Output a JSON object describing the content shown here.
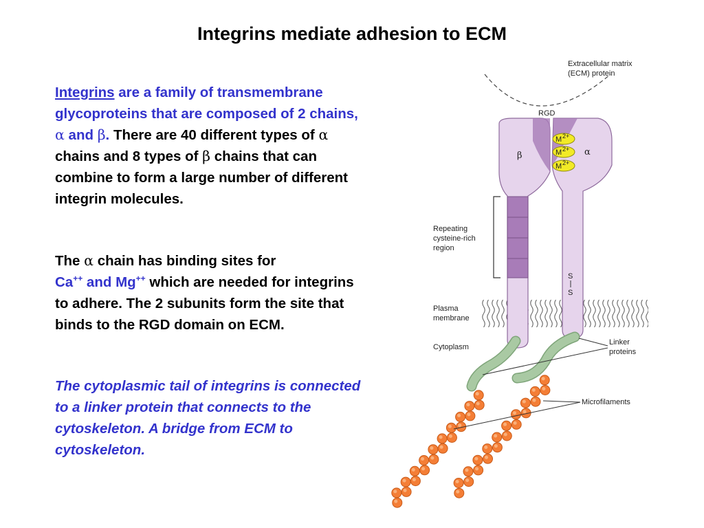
{
  "title": "Integrins mediate adhesion to ECM",
  "para1": {
    "link": "Integrins",
    "blue_rest": " are a family of transmembrane glycoproteins that are composed of 2 chains, ",
    "alpha": "α",
    "and": " and ",
    "beta": "β",
    "period": ".",
    "black_a": "There are 40 different types of ",
    "black_b": "chains and 8 types of ",
    "black_c": " chains that can combine to form a large number of different integrin molecules."
  },
  "para2": {
    "t1": "The ",
    "t2": " chain has binding sites for",
    "ca": "Ca",
    "and_mg": " and Mg",
    "plusplus": "++",
    "t3": " which are needed for integrins to adhere. The 2 subunits form the site that binds to the RGD domain on ECM."
  },
  "para3": "The cytoplasmic tail of integrins is connected to a linker protein that connects to the cytoskeleton. A bridge from ECM to cytoskeleton.",
  "diagram": {
    "ecm_label_1": "Extracellular matrix",
    "ecm_label_2": "(ECM) protein",
    "rgd": "RGD",
    "beta": "β",
    "alpha": "α",
    "metal_ion": "M",
    "metal_charge": "2+",
    "repeating_1": "Repeating",
    "repeating_2": "cysteine-rich",
    "repeating_3": "region",
    "disulfide_s": "S",
    "plasma_1": "Plasma",
    "plasma_2": "membrane",
    "cytoplasm": "Cytoplasm",
    "linker_1": "Linker",
    "linker_2": "proteins",
    "microfilaments": "Microfilaments",
    "colors": {
      "integrin_fill": "#e6d4ec",
      "integrin_stroke": "#8e6a9c",
      "band_fill": "#a87cb8",
      "metal_fill": "#f2ea26",
      "linker_fill": "#a9c9a3",
      "actin_fill": "#f47e36",
      "text_blue": "#3333cc"
    }
  }
}
